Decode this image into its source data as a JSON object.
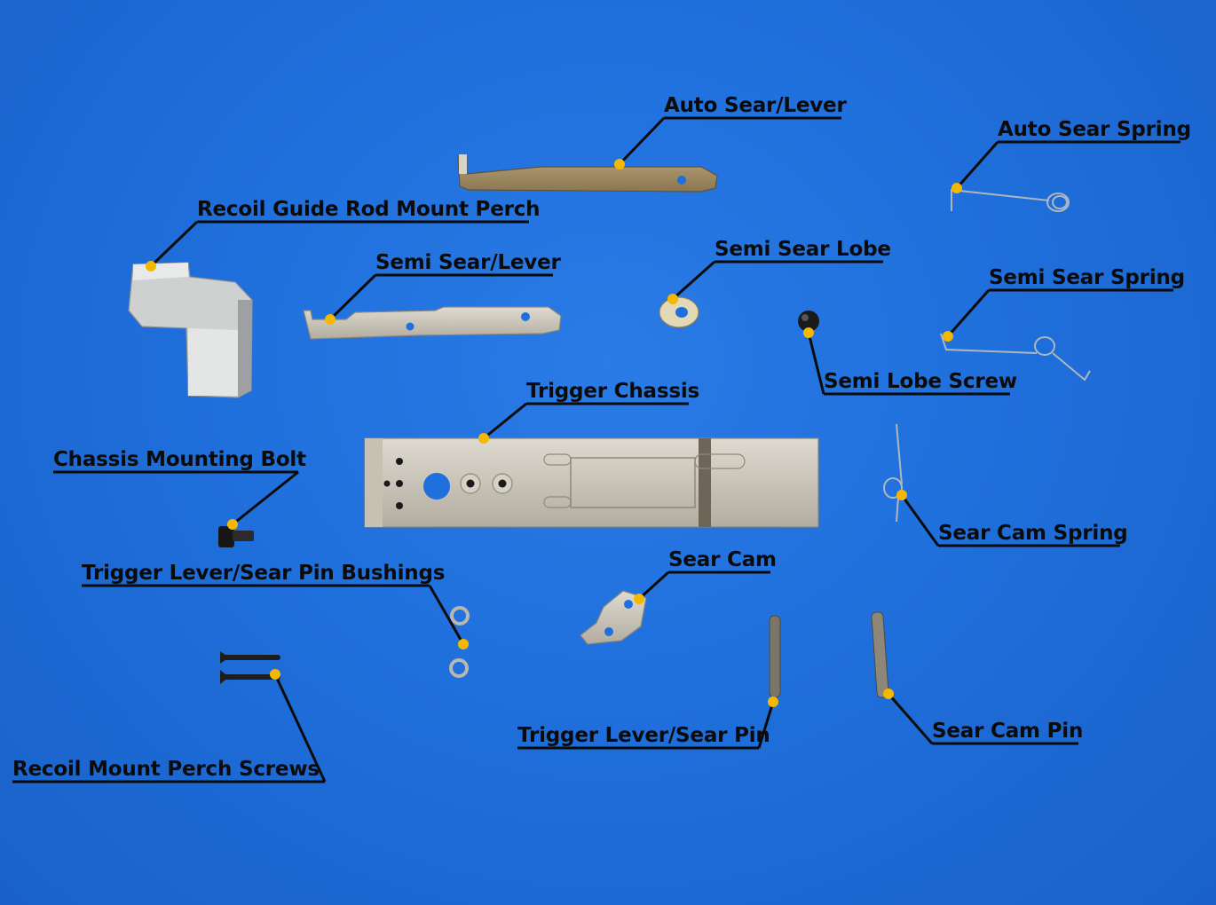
{
  "labels": {
    "auto_sear_lever": "Auto Sear/Lever",
    "auto_sear_spring": "Auto Sear Spring",
    "recoil_guide_rod_mount_perch": "Recoil Guide Rod Mount Perch",
    "semi_sear_lever": "Semi Sear/Lever",
    "semi_sear_lobe": "Semi Sear Lobe",
    "semi_sear_spring": "Semi Sear Spring",
    "semi_lobe_screw": "Semi Lobe Screw",
    "trigger_chassis": "Trigger Chassis",
    "chassis_mounting_bolt": "Chassis Mounting Bolt",
    "sear_cam_spring": "Sear Cam Spring",
    "sear_cam": "Sear Cam",
    "trigger_lever_sear_pin_bushings": "Trigger Lever/Sear Pin Bushings",
    "trigger_lever_sear_pin": "Trigger Lever/Sear Pin",
    "sear_cam_pin": "Sear Cam Pin",
    "recoil_mount_perch_screws": "Recoil Mount Perch Screws"
  },
  "colors": {
    "background": "#1f6fdc",
    "marker": "#f5b800",
    "leader": "#0b0b0b",
    "part_metal": "#c9c4b8"
  }
}
